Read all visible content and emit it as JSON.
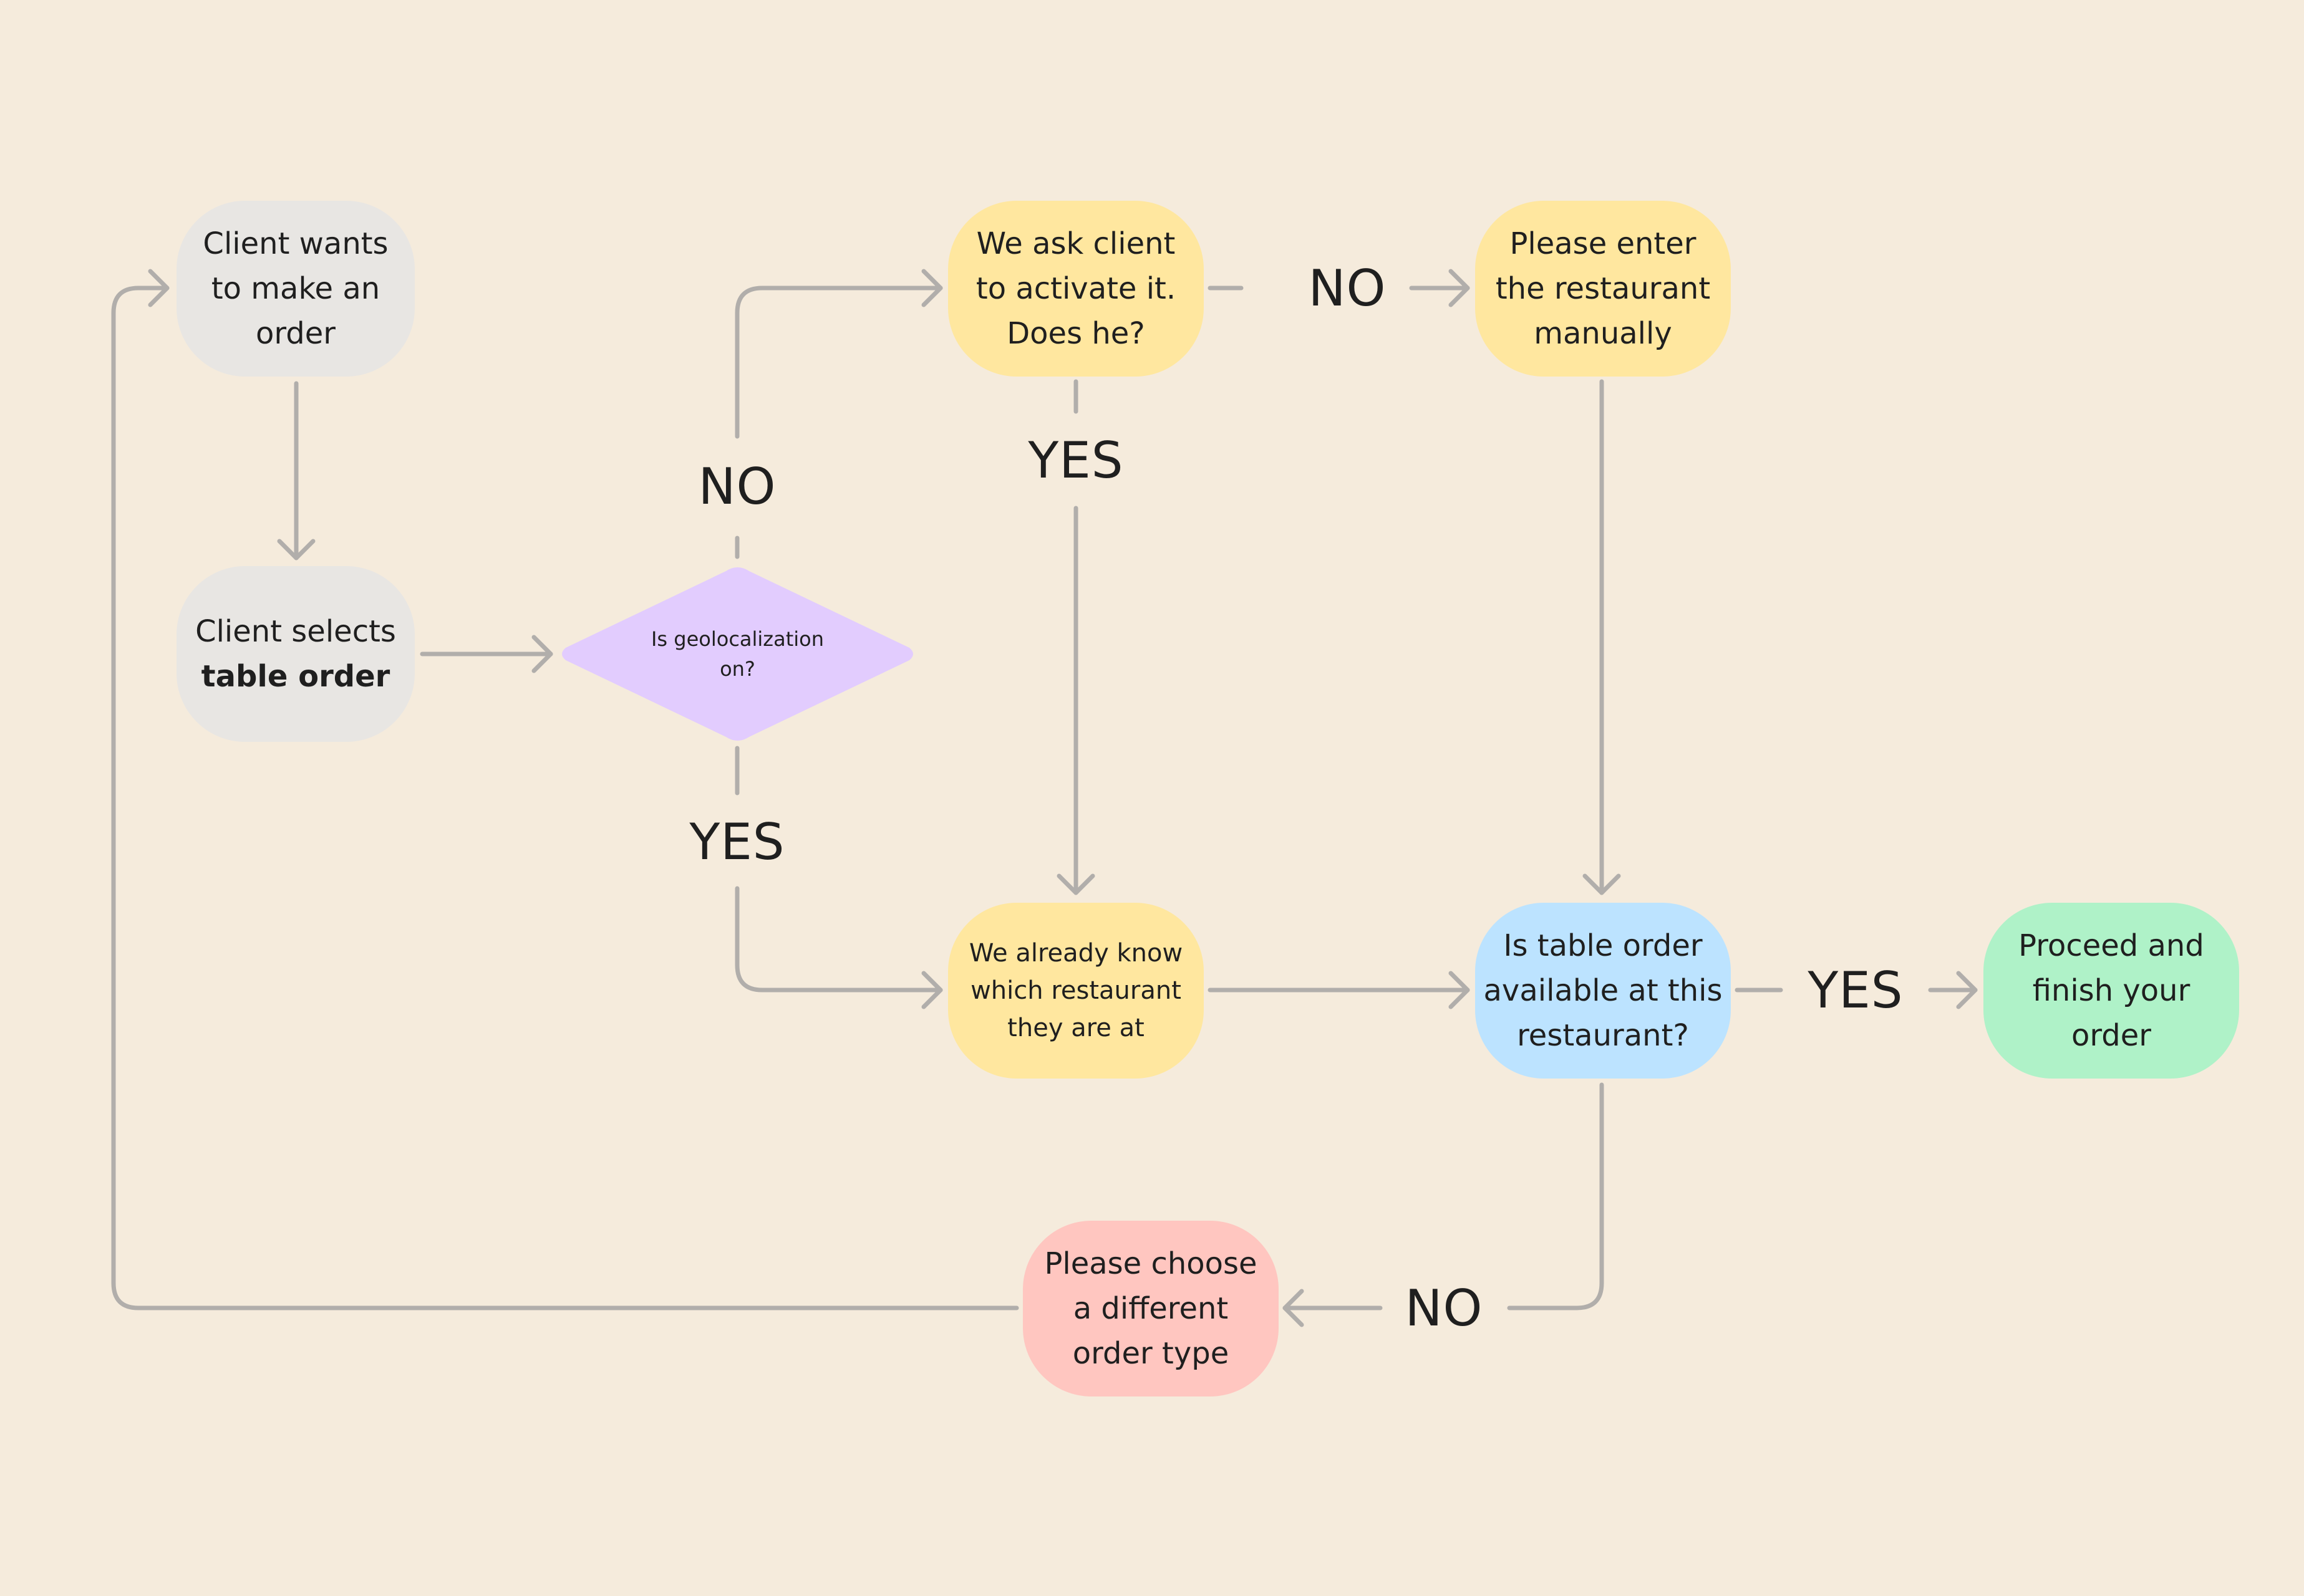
{
  "nodes": {
    "start": {
      "text": "Client wants\nto make an\norder"
    },
    "select_pre": "Client selects",
    "select_bold": "table order",
    "geo_question": "Is geolocalization\non?",
    "ask_activate": "We ask client\nto activate it.\nDoes he?",
    "enter_manually": "Please enter\nthe restaurant\nmanually",
    "already_know": "We already know\nwhich restaurant\nthey are at",
    "table_available": "Is table order\navailable at this\nrestaurant?",
    "proceed": "Proceed and\nfinish your\norder",
    "choose_different": "Please choose\na different\norder type"
  },
  "labels": {
    "geo_no": "NO",
    "geo_yes": "YES",
    "ask_no": "NO",
    "ask_yes": "YES",
    "available_yes": "YES",
    "available_no": "NO"
  },
  "colors": {
    "background": "#f5ebdc",
    "connector": "#b1aeab",
    "grey_node": "#e8e6e3",
    "yellow_node": "#ffe79f",
    "purple_decision": "#e2ccfe",
    "blue_node": "#bce3ff",
    "green_node": "#aff2c8",
    "red_node": "#ffc6c0"
  }
}
